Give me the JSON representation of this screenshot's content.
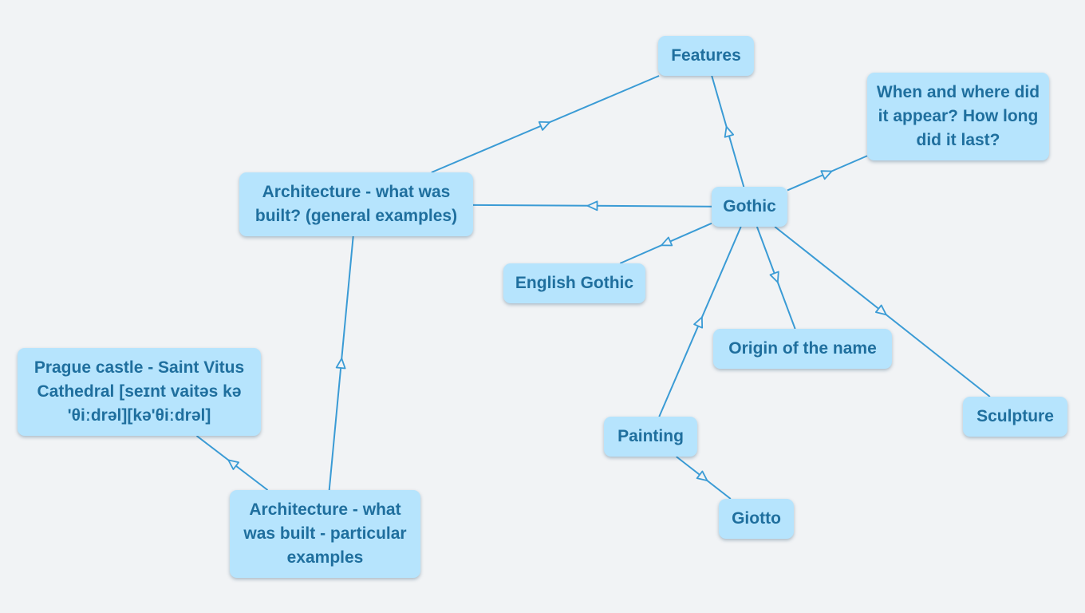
{
  "diagram": {
    "edge_color": "#3a9bd5",
    "node_color": "#b6e4fd",
    "text_color": "#1f6f9e",
    "nodes": {
      "features": "Features",
      "when": "When and where did it appear? How long did it last?",
      "arch_general": "Architecture - what was built? (general examples)",
      "gothic": "Gothic",
      "english": "English Gothic",
      "origin": "Origin of the name",
      "prague": "Prague castle - Saint Vitus Cathedral [seɪnt vaitəs kə 'θiːdrəl][kə'θiːdrəl]",
      "sculpture": "Sculpture",
      "painting": "Painting",
      "giotto": "Giotto",
      "arch_particular": "Architecture - what was built - particular examples"
    },
    "edges": [
      {
        "from": "gothic",
        "to": "features"
      },
      {
        "from": "gothic",
        "to": "when"
      },
      {
        "from": "gothic",
        "to": "arch_general"
      },
      {
        "from": "gothic",
        "to": "english"
      },
      {
        "from": "gothic",
        "to": "origin"
      },
      {
        "from": "gothic",
        "to": "sculpture"
      },
      {
        "from": "painting",
        "to": "gothic"
      },
      {
        "from": "painting",
        "to": "giotto"
      },
      {
        "from": "arch_general",
        "to": "features"
      },
      {
        "from": "arch_particular",
        "to": "arch_general"
      },
      {
        "from": "arch_particular",
        "to": "prague"
      }
    ]
  }
}
